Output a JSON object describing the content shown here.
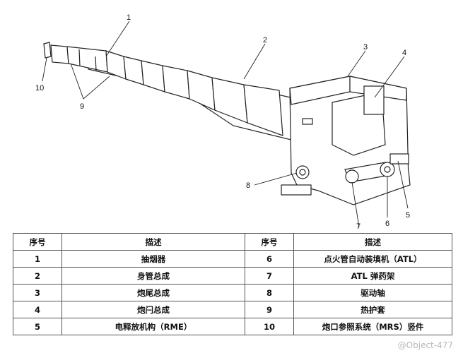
{
  "callouts": [
    "1",
    "2",
    "3",
    "4",
    "5",
    "6",
    "7",
    "8",
    "9",
    "10"
  ],
  "table": {
    "headers": [
      "序号",
      "描述",
      "序号",
      "描述"
    ],
    "rows": [
      [
        "1",
        "抽烟器",
        "6",
        "点火管自动装填机（ATL）"
      ],
      [
        "2",
        "身管总成",
        "7",
        "ATL 弹药架"
      ],
      [
        "3",
        "炮尾总成",
        "8",
        "驱动轴"
      ],
      [
        "4",
        "炮闩总成",
        "9",
        "热护套"
      ],
      [
        "5",
        "电释放机构（RME）",
        "10",
        "炮口参照系统（MRS）竖件"
      ]
    ]
  },
  "watermark": "@Object-477"
}
